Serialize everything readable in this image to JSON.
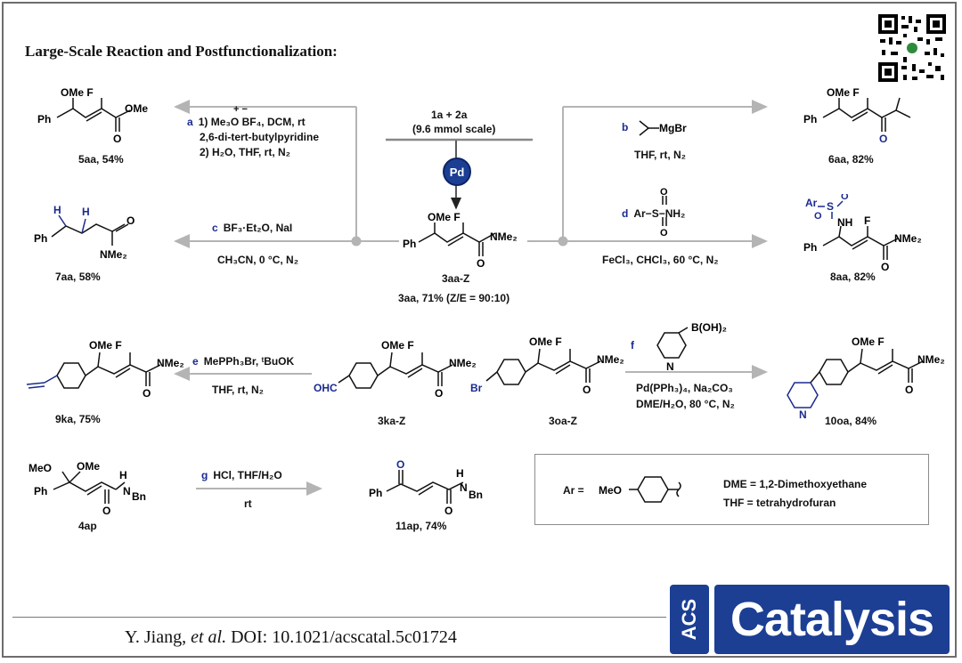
{
  "title": "Large-Scale Reaction and Postfunctionalization:",
  "center": {
    "reactants": "1a + 2a",
    "scale": "(9.6 mmol scale)",
    "catalyst": "Pd",
    "product_label": "3aa-Z",
    "yield": "3aa, 71% (Z/E = 90:10)"
  },
  "reactions": {
    "a": {
      "tag": "a",
      "line1": "1) Me₃O BF₄, DCM, rt",
      "line2": "2,6-di-tert-butylpyridine",
      "line3": "2) H₂O, THF, rt, N₂",
      "charges": "+  −",
      "product": "5aa, 54%"
    },
    "b": {
      "tag": "b",
      "reagent": "MgBr",
      "conditions": "THF, rt, N₂",
      "product": "6aa, 82%"
    },
    "c": {
      "tag": "c",
      "reagent": "BF₃·Et₂O, NaI",
      "conditions": "CH₃CN, 0 °C, N₂",
      "product": "7aa, 58%"
    },
    "d": {
      "tag": "d",
      "reagent": "Ar−S−NH₂",
      "conditions": "FeCl₃, CHCl₃, 60 °C, N₂",
      "product": "8aa, 82%"
    },
    "e": {
      "tag": "e",
      "reagent": "MePPh₃Br, ᵗBuOK",
      "conditions": "THF, rt, N₂",
      "product": "9ka, 75%"
    },
    "f": {
      "tag": "f",
      "reagent": "B(OH)₂",
      "conditions1": "Pd(PPh₃)₄, Na₂CO₃",
      "conditions2": "DME/H₂O, 80 °C, N₂",
      "product": "10oa, 84%"
    },
    "g": {
      "tag": "g",
      "reagent": "HCl, THF/H₂O",
      "conditions": "rt",
      "product": "11ap, 74%"
    }
  },
  "substrates": {
    "k": "3ka-Z",
    "o": "3oa-Z",
    "p": "4ap"
  },
  "atoms": {
    "ome_f": "OMe F",
    "ph": "Ph",
    "ome": "OMe",
    "o": "O",
    "nme2": "NMe₂",
    "h": "H",
    "ohc": "OHC",
    "br": "Br",
    "n": "N",
    "meo": "MeO",
    "nh": "NH",
    "bn": "Bn",
    "s": "S",
    "f": "F",
    "ar": "Ar"
  },
  "legend": {
    "ar_def": "Ar =",
    "meo": "MeO",
    "dme": "DME = 1,2-Dimethoxyethane",
    "thf": "THF = tetrahydrofuran"
  },
  "citation": {
    "author": "Y. Jiang,",
    "etal": "et al.",
    "doi": "DOI: 10.1021/acscatal.5c01724"
  },
  "logo": {
    "acs": "ACS",
    "name": "Catalysis"
  },
  "colors": {
    "accent": "#1a2a8f",
    "arrow": "#b4b4b4",
    "catalyst": "#1c3f94",
    "logo": "#1c3f94"
  }
}
